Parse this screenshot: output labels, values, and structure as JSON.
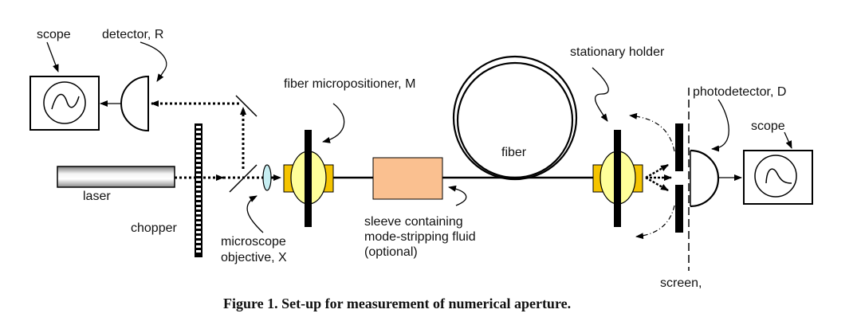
{
  "figure": {
    "caption": "Figure 1.  Set-up for measurement of numerical aperture.",
    "labels": {
      "scope_left": "scope",
      "detector_r": "detector, R",
      "fiber_micropositioner": "fiber micropositioner, M",
      "stationary_holder": "stationary holder",
      "photodetector": "photodetector, D",
      "scope_right": "scope",
      "laser": "laser",
      "chopper": "chopper",
      "microscope_line1": "microscope",
      "microscope_line2": "objective, X",
      "sleeve_line1": "sleeve containing",
      "sleeve_line2": "mode-stripping fluid",
      "sleeve_line3": "(optional)",
      "fiber": "fiber",
      "screen": "screen,"
    },
    "colors": {
      "stage_fill": "#ffff99",
      "clamp_fill": "#f5c400",
      "sleeve_fill": "#fac090",
      "lens_fill": "#c6eef2",
      "stroke": "#000000"
    }
  }
}
